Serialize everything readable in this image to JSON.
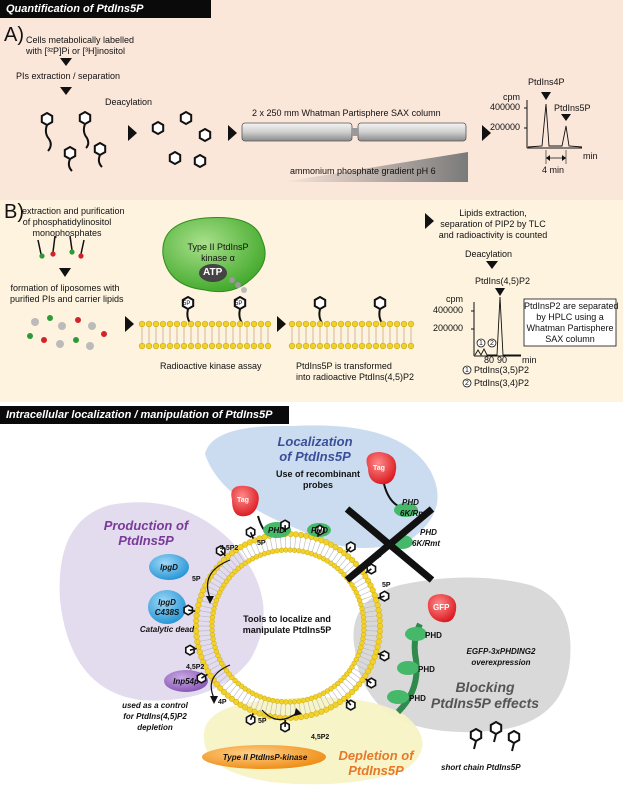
{
  "section_a": {
    "header": "Quantification of PtdIns5P",
    "label": "A)",
    "cells_line1": "Cells metabolically labelled",
    "cells_line2": "with [³²P]Pi or [³H]inositol",
    "extraction": "PIs extraction / separation",
    "deacylation": "Deacylation",
    "column_label": "2 x 250 mm Whatman Partisphere SAX column",
    "gradient_label": "ammonium phosphate gradient pH 6",
    "chart": {
      "ylabel": "cpm",
      "yticks": [
        "400000",
        "200000"
      ],
      "xlabel": "min",
      "peak1": "PtdIns4P",
      "peak2": "PtdIns5P",
      "interval": "4 min"
    }
  },
  "section_b": {
    "label": "B)",
    "purification_line1": "extraction and purification",
    "purification_line2": "of phosphatidylinositol",
    "purification_line3": "monophosphates",
    "liposomes_line1": "formation of liposomes with",
    "liposomes_line2": "purified PIs and carrier lipids",
    "kinase_line1": "Type II PtdInsP",
    "kinase_line2": "kinase α",
    "atp": "ATP",
    "assay": "Radioactive kinase assay",
    "transform_line1": "PtdIns5P is transformed",
    "transform_line2": "into radioactive PtdIns(4,5)P2",
    "lipids_line1": "Lipids extraction,",
    "lipids_line2": "separation of PIP2 by TLC",
    "lipids_line3": "and radioactivity is counted",
    "deacylation": "Deacylation",
    "chart": {
      "peak": "PtdIns(4,5)P2",
      "ylabel": "cpm",
      "yticks": [
        "400000",
        "200000"
      ],
      "xticks": [
        "80",
        "90"
      ],
      "xlabel": "min",
      "marker1": "1",
      "marker2": "2",
      "legend1": "PtdIns(3,5)P2",
      "legend2": "PtdIns(3,4)P2"
    },
    "box_line1": "PtdInsP2 are separated",
    "box_line2": "by HPLC using a",
    "box_line3": "Whatman Partisphere",
    "box_line4": "SAX column",
    "head_5p": "5P"
  },
  "section_c": {
    "header": "Intracellular localization / manipulation of PtdIns5P",
    "localization_title1": "Localization",
    "localization_title2": "of PtdIns5P",
    "probes_line1": "Use of recombinant",
    "probes_line2": "probes",
    "production_title1": "Production of",
    "production_title2": "PtdIns5P",
    "blocking_title1": "Blocking",
    "blocking_title2": "PtdIns5P effects",
    "depletion_title1": "Depletion of",
    "depletion_title2": "PtdIns5P",
    "center_line1": "Tools to localize and",
    "center_line2": "manipulate PtdIns5P",
    "tag": "Tag",
    "phd": "PHD",
    "phd_mut1": "PHD",
    "phd_mut2": "6K/Rmt",
    "gfp": "GFP",
    "egfp_line1": "EGFP-3xPHDING2",
    "egfp_line2": "overexpression",
    "ipgd": "IpgD",
    "ipgd_mut1": "IpgD",
    "ipgd_mut2": "C438S",
    "catalytic": "Catalytic dead",
    "inp54p": "Inp54p",
    "control_line1": "used as a control",
    "control_line2": "for PtdIns(4,5)P2",
    "control_line3": "depletion",
    "kinase": "Type II PtdInsP-kinase",
    "short_chain": "short chain PtdIns5P",
    "lbl_5p": "5P",
    "lbl_45p2": "4,5P2",
    "lbl_4p": "4P"
  },
  "colors": {
    "band_a": "#fbe6da",
    "band_b": "#fdf3df",
    "kinase_green": "#5cbf3c",
    "probe_green": "#46b86a",
    "tag_red": "#e5262c",
    "lipid_yellow": "#f2d12a",
    "blob_blue": "#c7d8ee",
    "blob_purple": "#e0d7ec",
    "blob_grey": "#d5d5d5",
    "blob_yellow": "#f7f3c4",
    "enzyme_blue": "#3aa9e3",
    "enzyme_purple": "#9a6bc0",
    "kinase_orange": "#f39a1e",
    "title_blue": "#3a4f9a",
    "title_purple": "#7a3a9a",
    "title_grey": "#555555",
    "title_orange": "#e7782a"
  }
}
